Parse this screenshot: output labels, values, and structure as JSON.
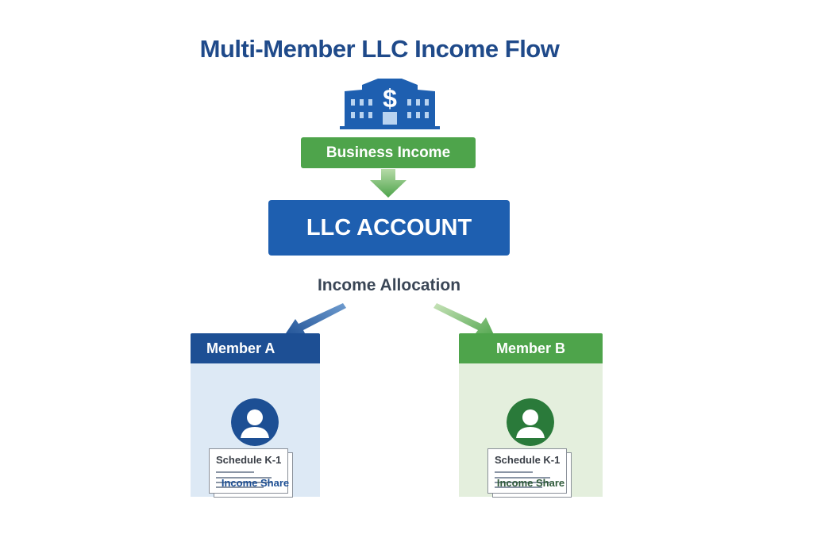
{
  "title": "Multi-Member LLC Income Flow",
  "source": {
    "icon": "bank-building-dollar-icon",
    "label": "Business Income"
  },
  "account": {
    "label": "LLC ACCOUNT"
  },
  "allocation_label": "Income Allocation",
  "members": [
    {
      "name": "Member A",
      "document": "Schedule K-1",
      "share_label": "Income Share",
      "color": "#1d4f94",
      "body_color": "#dde9f5"
    },
    {
      "name": "Member B",
      "document": "Schedule K-1",
      "share_label": "Income Share",
      "color": "#4ea44b",
      "body_color": "#e4efdd"
    }
  ]
}
